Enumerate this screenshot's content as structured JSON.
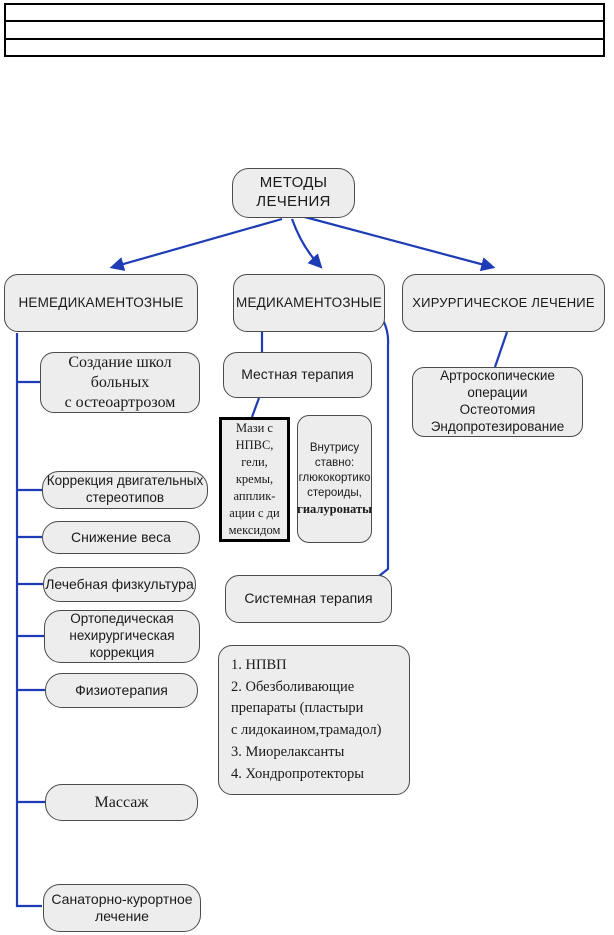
{
  "colors": {
    "connector_blue": "#1e3cb5",
    "node_fill": "#ededed",
    "node_border": "#4b4b4b",
    "table_border": "#000000"
  },
  "header_table": {
    "row_values": [
      "",
      "",
      ""
    ]
  },
  "diagram": {
    "root": {
      "label": "МЕТОДЫ\nЛЕЧЕНИЯ"
    },
    "branches": [
      {
        "id": "non-drug",
        "label": "НЕМЕДИКАМЕНТОЗНЫЕ"
      },
      {
        "id": "drug",
        "label": "МЕДИКАМЕНТОЗНЫЕ"
      },
      {
        "id": "surgical",
        "label": "ХИРУРГИЧЕСКОЕ ЛЕЧЕНИЕ"
      }
    ],
    "non_drug_items": [
      {
        "label": "Создание школ\nбольных\nс остеоартрозом"
      },
      {
        "label": "Коррекция двигательных\nстереотипов"
      },
      {
        "label": "Снижение веса"
      },
      {
        "label": "Лечебная физкультура"
      },
      {
        "label": "Ортопедическая\nнехирургическая\nкоррекция"
      },
      {
        "label": "Физиотерапия"
      },
      {
        "label": "Массаж"
      },
      {
        "label": "Санаторно-курортное\nлечение"
      }
    ],
    "drug_branch": {
      "local_therapy": {
        "label": "Местная терапия"
      },
      "topical": {
        "label": "Мази с\nНПВС,\nгели,\nкремы,\nапплик-\nации  с ди\nмексидом"
      },
      "intraarticular": {
        "label": "Внутрису\nставно:\nглюкокортико\nстероиды,",
        "emphasis": "гиалуронаты"
      },
      "systemic_therapy": {
        "label": "Системная терапия"
      },
      "systemic_drugs": {
        "label": "1. НПВП\n2. Обезболивающие\nпрепараты (пластыри\nс лидокаином,трамадол)\n3. Миорелаксанты\n4. Хондропротекторы"
      }
    },
    "surgical_branch": {
      "operations": {
        "label": "Артроскопические\nоперации\nОстеотомия\nЭндопротезирование"
      }
    }
  }
}
